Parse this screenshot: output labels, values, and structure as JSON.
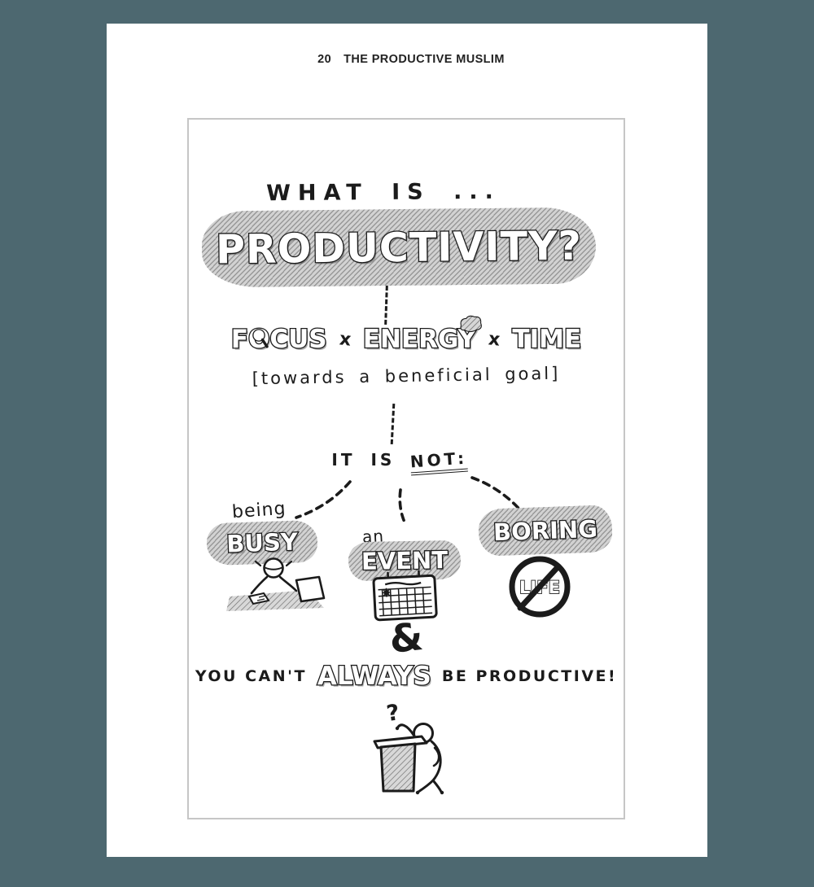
{
  "header": {
    "page_number": "20",
    "book_title": "THE PRODUCTIVE MUSLIM"
  },
  "diagram": {
    "intro": "WHAT IS ...",
    "title": "PRODUCTIVITY?",
    "formula": {
      "term1": "FOCUS",
      "op1": "x",
      "term2": "ENERGY",
      "op2": "x",
      "term3": "TIME",
      "qualifier": "[towards a beneficial goal]"
    },
    "not_heading": {
      "prefix": "IT IS",
      "emphasis": "NOT:"
    },
    "not_items": [
      {
        "pre": "being",
        "label": "BUSY",
        "icon": "busy-person-at-laptop-icon"
      },
      {
        "pre": "an",
        "label": "EVENT",
        "icon": "calendar-icon"
      },
      {
        "pre": "",
        "label": "BORING",
        "icon": "no-life-prohibition-icon",
        "icon_text": "LIFE"
      }
    ],
    "ampersand": "&",
    "footnote": {
      "pre": "YOU CAN'T",
      "emphasis": "ALWAYS",
      "post": "BE PRODUCTIVE!"
    },
    "footer_icon": "confused-person-at-podium-icon",
    "footer_icon_text": "?"
  },
  "colors": {
    "background": "#4D6870",
    "page": "#FFFFFF",
    "ink": "#1B1B1B",
    "frame_border": "#C6C6C6",
    "hatch_fill": "#DADADA"
  }
}
